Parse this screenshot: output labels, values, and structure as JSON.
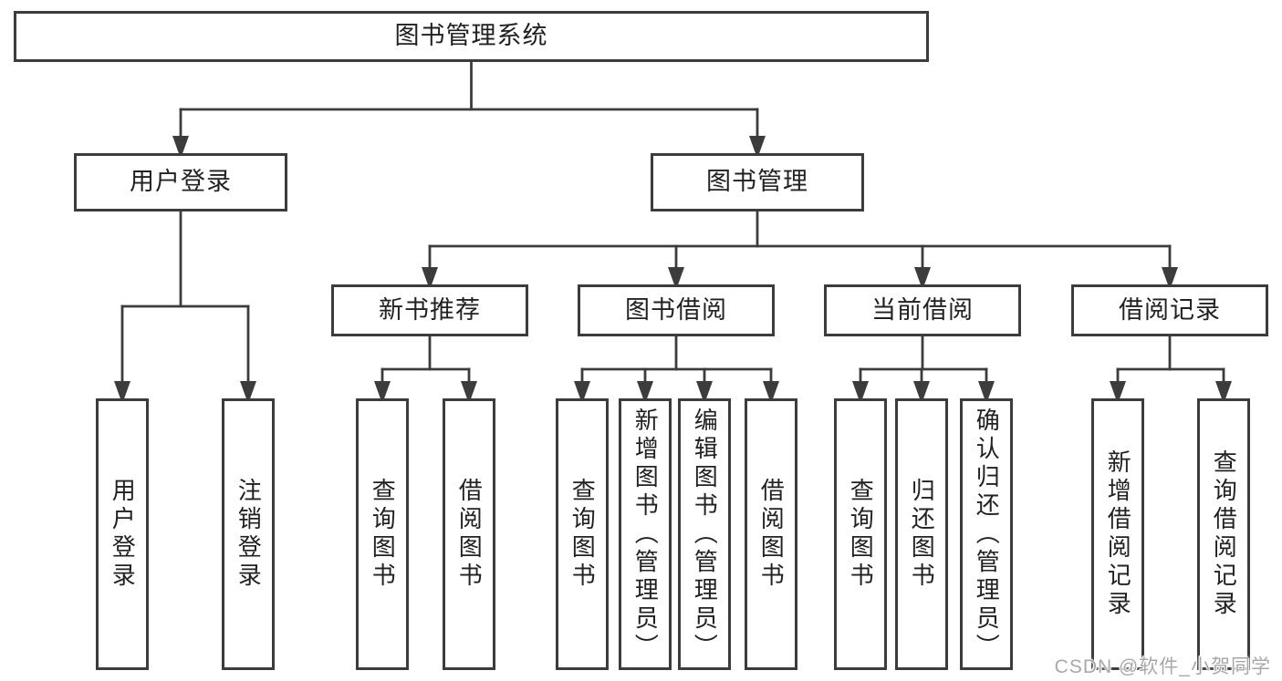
{
  "diagram": {
    "type": "hierarchy",
    "title": "图书管理系统",
    "line_color": "#3c3c3c",
    "text_color": "#212121",
    "box_background": "#ffffff",
    "nodes": [
      {
        "id": "root",
        "label": "图书管理系统",
        "children": [
          "user-login",
          "book-mgmt"
        ]
      },
      {
        "id": "user-login",
        "label": "用户登录",
        "children": [
          "leaf-user-login",
          "leaf-logout"
        ]
      },
      {
        "id": "book-mgmt",
        "label": "图书管理",
        "children": [
          "new-book-rec",
          "book-borrow",
          "current-borrow",
          "borrow-records"
        ]
      },
      {
        "id": "new-book-rec",
        "label": "新书推荐",
        "children": [
          "nbr-query-book",
          "nbr-borrow-book"
        ]
      },
      {
        "id": "book-borrow",
        "label": "图书借阅",
        "children": [
          "bb-query-book",
          "bb-add-book",
          "bb-edit-book",
          "bb-borrow-book"
        ]
      },
      {
        "id": "current-borrow",
        "label": "当前借阅",
        "children": [
          "cb-query-book",
          "cb-return-book",
          "cb-confirm-return"
        ]
      },
      {
        "id": "borrow-records",
        "label": "借阅记录",
        "children": [
          "br-add-record",
          "br-query-record"
        ]
      },
      {
        "id": "leaf-user-login",
        "label": "用户登录",
        "children": []
      },
      {
        "id": "leaf-logout",
        "label": "注销登录",
        "children": []
      },
      {
        "id": "nbr-query-book",
        "label": "查询图书",
        "children": []
      },
      {
        "id": "nbr-borrow-book",
        "label": "借阅图书",
        "children": []
      },
      {
        "id": "bb-query-book",
        "label": "查询图书",
        "children": []
      },
      {
        "id": "bb-add-book",
        "label": "新增图书（管理员）",
        "children": []
      },
      {
        "id": "bb-edit-book",
        "label": "编辑图书（管理员）",
        "children": []
      },
      {
        "id": "bb-borrow-book",
        "label": "借阅图书",
        "children": []
      },
      {
        "id": "cb-query-book",
        "label": "查询图书",
        "children": []
      },
      {
        "id": "cb-return-book",
        "label": "归还图书",
        "children": []
      },
      {
        "id": "cb-confirm-return",
        "label": "确认归还（管理员）",
        "children": []
      },
      {
        "id": "br-add-record",
        "label": "新增借阅记录",
        "children": []
      },
      {
        "id": "br-query-record",
        "label": "查询借阅记录",
        "children": []
      }
    ]
  },
  "watermark": {
    "text": "CSDN @软件_小贺同学",
    "color": "#a8a8a8"
  }
}
